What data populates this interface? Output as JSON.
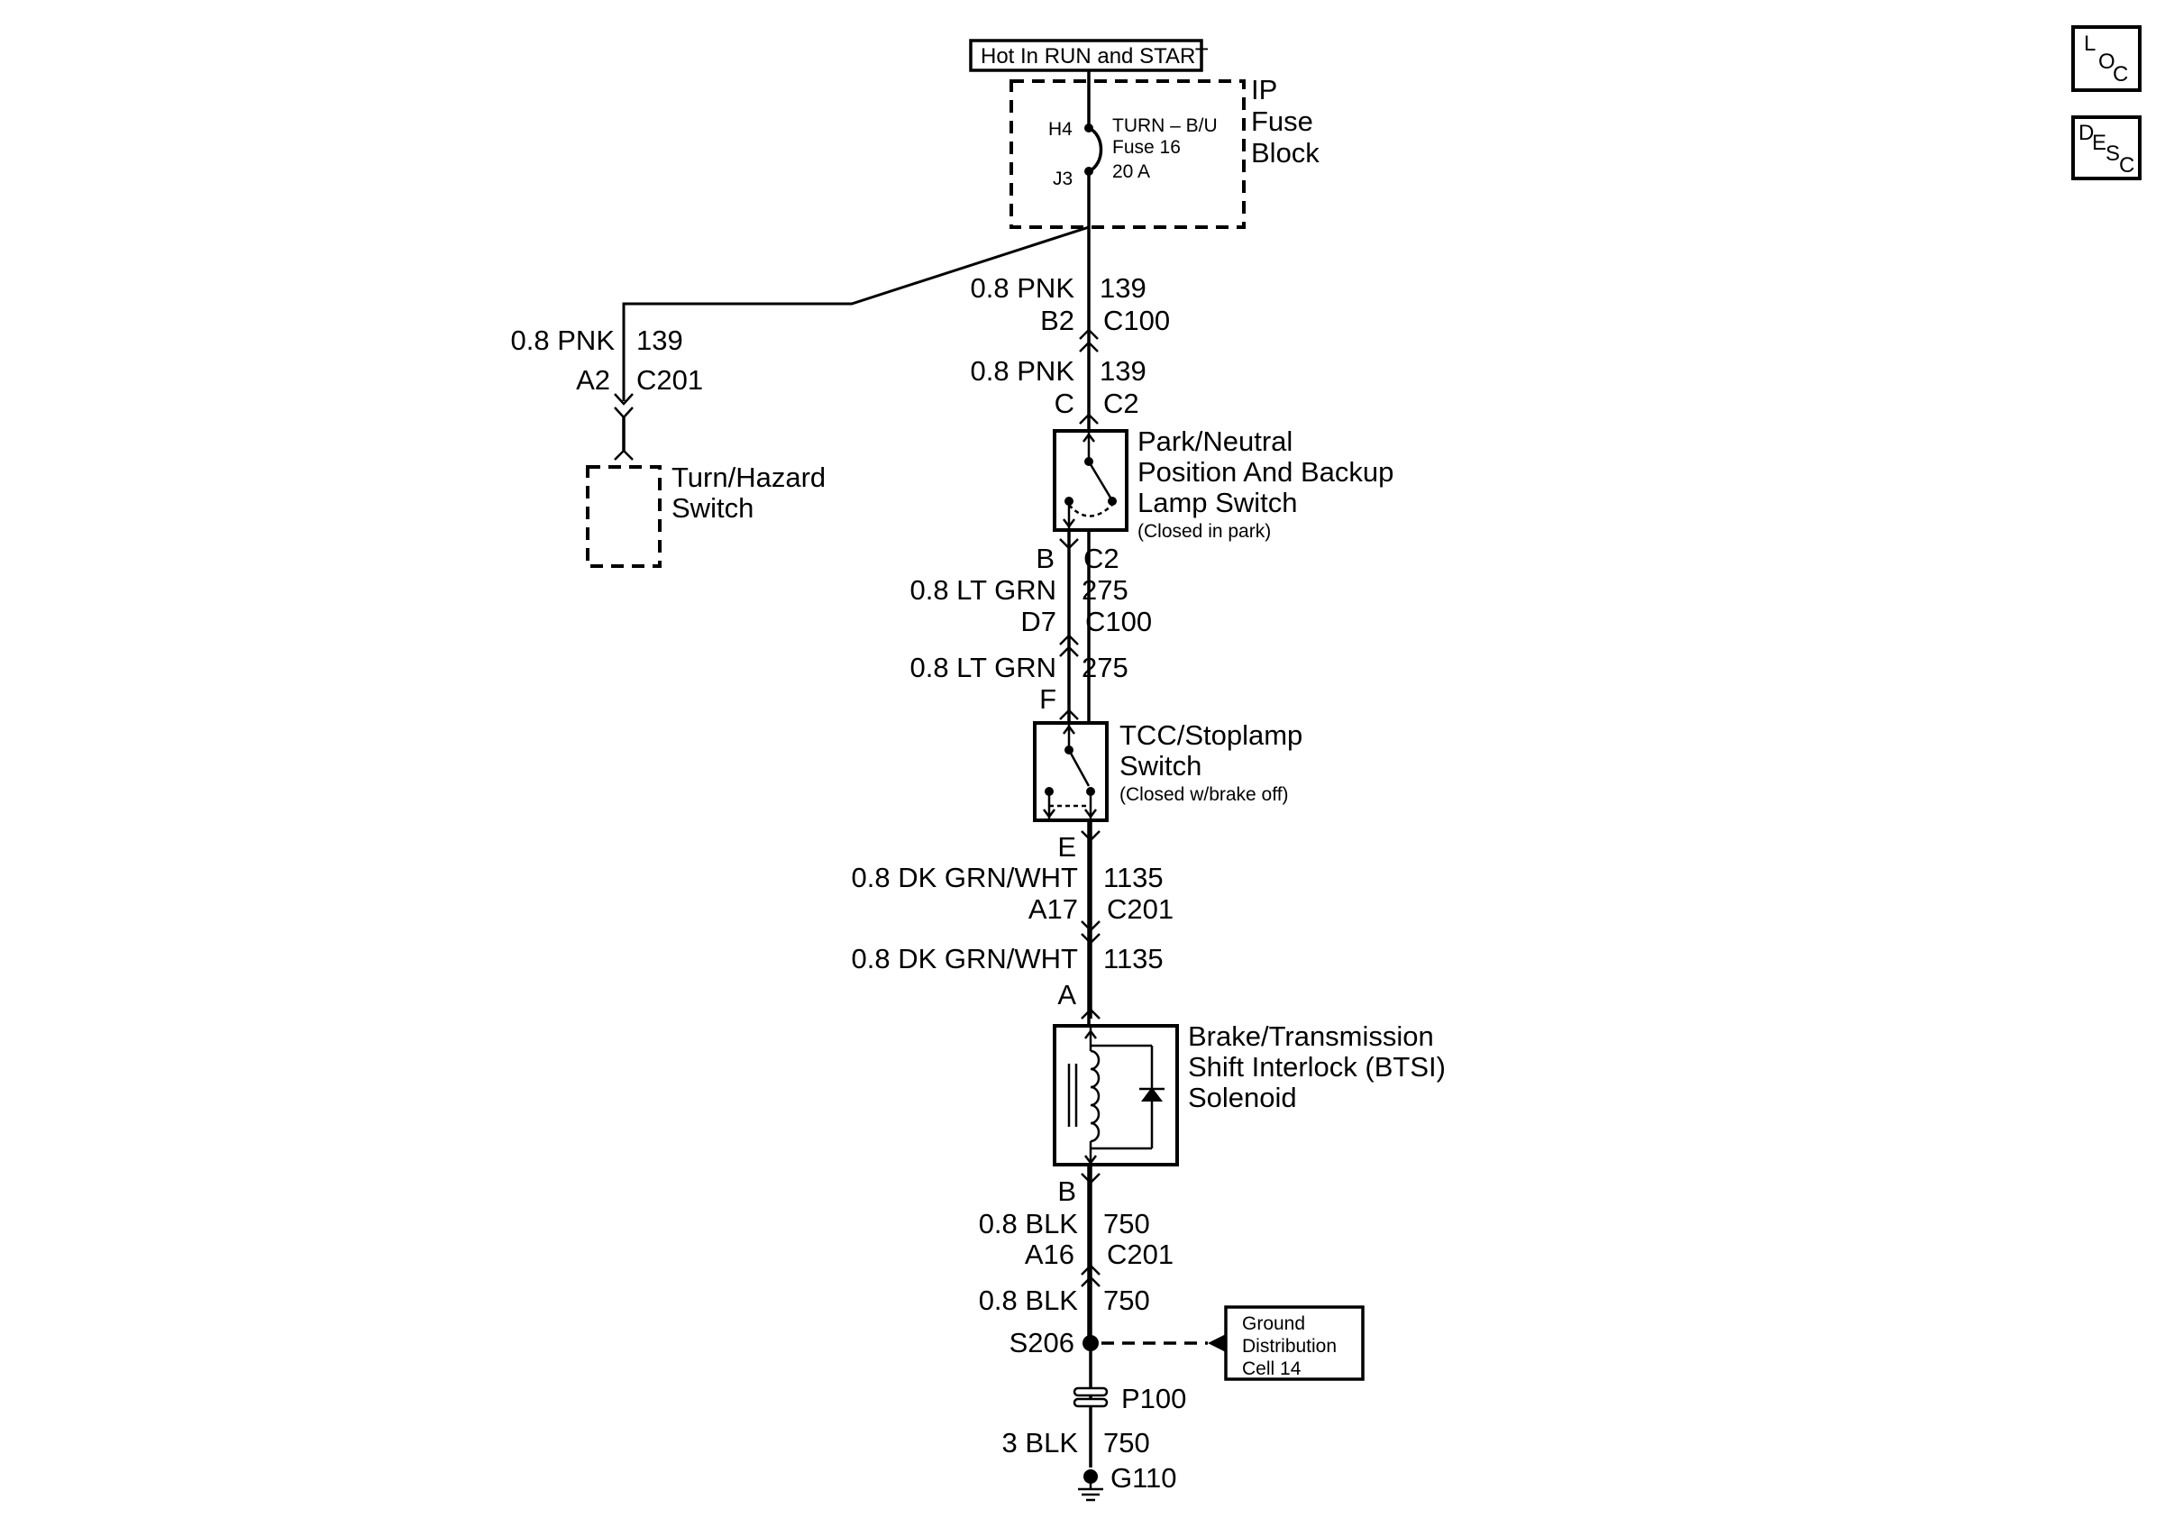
{
  "header": {
    "power_label": "Hot In RUN and START"
  },
  "nav_buttons": {
    "loc": {
      "l1": "L",
      "l2": "O",
      "l3": "C"
    },
    "desc": {
      "l1": "D",
      "l2": "E",
      "l3": "S",
      "l4": "C"
    }
  },
  "fuse_block": {
    "title_1": "IP",
    "title_2": "Fuse",
    "title_3": "Block",
    "pin_top": "H4",
    "pin_bottom": "J3",
    "fuse_name": "TURN – B/U",
    "fuse_number": "Fuse 16",
    "fuse_rating": "20 A"
  },
  "left_branch": {
    "wire": "0.8 PNK",
    "circuit": "139",
    "pin": "A2",
    "connector": "C201",
    "component_1": "Turn/Hazard",
    "component_2": "Switch"
  },
  "main_circuit": {
    "seg1": {
      "wire": "0.8 PNK",
      "circuit": "139",
      "pin": "B2",
      "connector": "C100"
    },
    "seg2": {
      "wire": "0.8 PNK",
      "circuit": "139",
      "pin": "C",
      "connector": "C2"
    },
    "pnp_switch": {
      "line1": "Park/Neutral",
      "line2": "Position And Backup",
      "line3": "Lamp Switch",
      "note": "(Closed in park)",
      "out_pin": "B",
      "out_connector": "C2"
    },
    "seg3": {
      "wire": "0.8 LT GRN",
      "circuit": "275",
      "pin": "D7",
      "connector": "C100"
    },
    "seg4": {
      "wire": "0.8 LT GRN",
      "circuit": "275",
      "pin": "F"
    },
    "tcc_switch": {
      "line1": "TCC/Stoplamp",
      "line2": "Switch",
      "note": "(Closed w/brake off)",
      "out_pin": "E"
    },
    "seg5": {
      "wire": "0.8 DK GRN/WHT",
      "circuit": "1135",
      "pin": "A17",
      "connector": "C201"
    },
    "seg6": {
      "wire": "0.8 DK GRN/WHT",
      "circuit": "1135",
      "pin": "A"
    },
    "btsi": {
      "line1": "Brake/Transmission",
      "line2": "Shift Interlock (BTSI)",
      "line3": "Solenoid",
      "out_pin": "B"
    },
    "seg7": {
      "wire": "0.8 BLK",
      "circuit": "750",
      "pin": "A16",
      "connector": "C201"
    },
    "seg8": {
      "wire": "0.8 BLK",
      "circuit": "750",
      "splice": "S206"
    },
    "ground_ref": {
      "line1": "Ground",
      "line2": "Distribution",
      "line3": "Cell 14"
    },
    "pass_through": "P100",
    "seg9": {
      "wire": "3 BLK",
      "circuit": "750"
    },
    "ground": "G110"
  }
}
